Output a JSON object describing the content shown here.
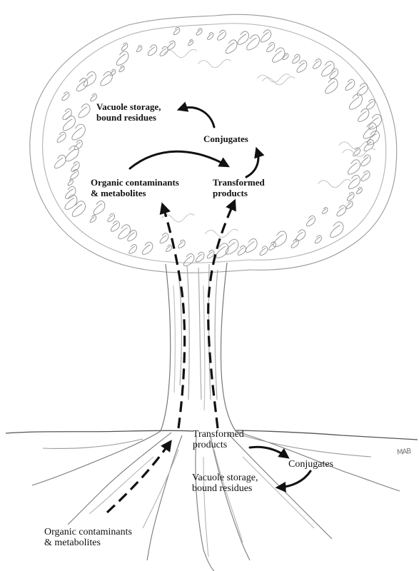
{
  "canopy": {
    "vacuole": {
      "line1": "Vacuole storage,",
      "line2": "bound residues"
    },
    "conjugates": "Conjugates",
    "contaminants": {
      "line1": "Organic contaminants",
      "line2": "& metabolites"
    },
    "transformed": {
      "line1": "Transformed",
      "line2": "products"
    }
  },
  "roots": {
    "transformed": {
      "line1": "Transformed",
      "line2": "products"
    },
    "conjugates": "Conjugates",
    "vacuole": {
      "line1": "Vacuole storage,",
      "line2": "bound residues"
    }
  },
  "soil": {
    "contaminants": {
      "line1": "Organic contaminants",
      "line2": "& metabolites"
    }
  },
  "signature": "MAB",
  "colors": {
    "ink": "#111111",
    "sketch": "#8a8a8a",
    "sketch_light": "#b5b5b5"
  }
}
